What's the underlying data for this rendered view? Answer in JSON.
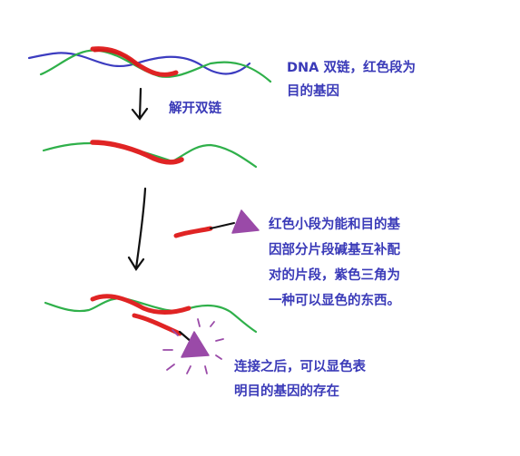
{
  "notes": {
    "dna": [
      "DNA 双链，红色段为",
      "目的基因"
    ],
    "unwind": "解开双链",
    "probe": [
      "红色小段为能和目的基",
      "因部分片段碱基互补配",
      "对的片段，紫色三角为",
      "一种可以显色的东西。"
    ],
    "result": [
      "连接之后，可以显色表",
      "明目的基因的存在"
    ]
  },
  "colors": {
    "strand_blue": "#3c3cc0",
    "strand_green": "#2fb04a",
    "target_red": "#e02424",
    "marker_purple": "#9a4aa8",
    "linker_black": "#111111",
    "text": "#3a3ab8"
  }
}
